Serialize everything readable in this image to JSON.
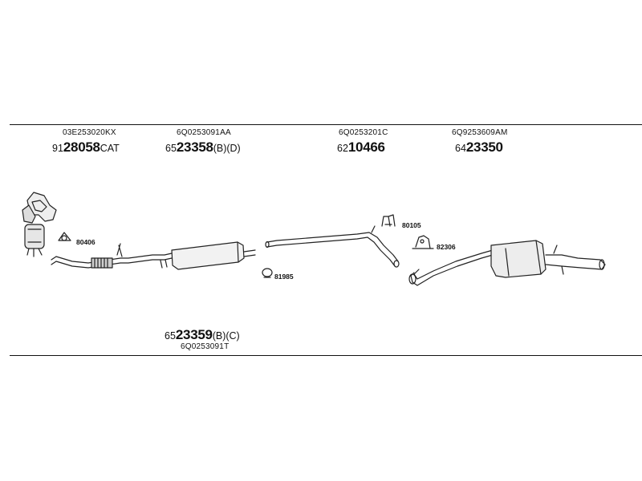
{
  "header": {
    "columns": [
      {
        "ref": "03E253020KX",
        "prefix": "91",
        "number": "28058",
        "suffix": "CAT"
      },
      {
        "ref": "6Q0253091AA",
        "prefix": "65",
        "number": "23358",
        "suffix": "(B)(D)"
      },
      {
        "ref": "6Q0253201C",
        "prefix": "62",
        "number": "10466",
        "suffix": ""
      },
      {
        "ref": "6Q9253609AM",
        "prefix": "64",
        "number": "23350",
        "suffix": ""
      }
    ]
  },
  "footer": {
    "prefix": "65",
    "number": "23359",
    "suffix": "(B)(C)",
    "ref": "6Q0253091T"
  },
  "callouts": {
    "gasket": "80406",
    "hanger_rubber": "80105",
    "clamp": "82306",
    "ring_clamp": "81985"
  }
}
